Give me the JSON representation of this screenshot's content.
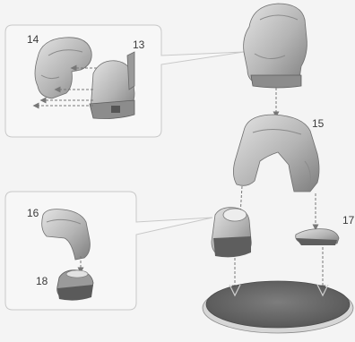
{
  "labels": {
    "part_13": "13",
    "part_14": "14",
    "part_15": "15",
    "part_16": "16",
    "part_17": "17",
    "part_18": "18"
  },
  "colors": {
    "background": "#f4f4f4",
    "callout_border": "#c8c8c8",
    "part_fill": "#bdbdbd",
    "part_dark": "#7a7a7a",
    "arrow": "#777777",
    "base_fill": "#6e6e6e",
    "base_rim": "#d6d6d6"
  }
}
